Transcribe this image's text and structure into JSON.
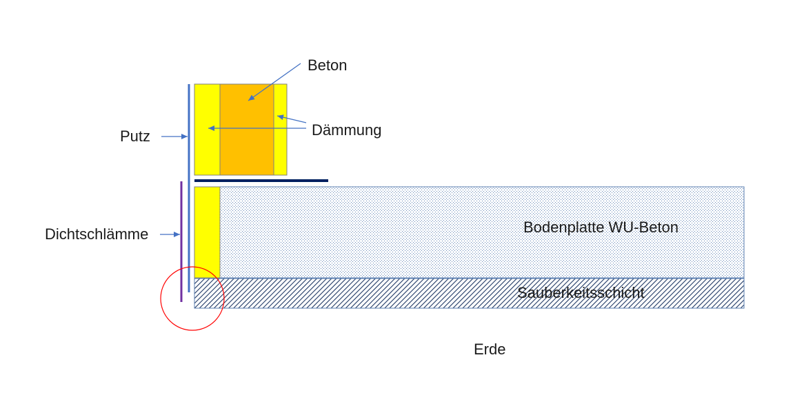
{
  "labels": {
    "beton": "Beton",
    "daemmung": "Dämmung",
    "putz": "Putz",
    "dichtschlaemme": "Dichtschlämme",
    "bodenplatte": "Bodenplatte WU-Beton",
    "sauberkeitsschicht": "Sauberkeitsschicht",
    "erde": "Erde"
  },
  "colors": {
    "beton": "#ffc000",
    "daemmung": "#ffff00",
    "putz": "#4472c4",
    "dichtschlaemme": "#7030a0",
    "barrier": "#002060",
    "slab_border": "#5b7fb2",
    "hatch": "#1f3864",
    "highlight": "#ff0000",
    "arrow": "#4472c4"
  }
}
